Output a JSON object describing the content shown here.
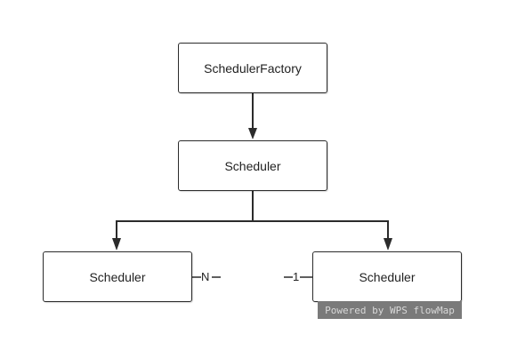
{
  "nodes": {
    "factory": {
      "label": "SchedulerFactory"
    },
    "main": {
      "label": "Scheduler"
    },
    "left": {
      "label": "Scheduler"
    },
    "right": {
      "label": "Scheduler"
    }
  },
  "relationship": {
    "left_multiplicity": "N",
    "right_multiplicity": "1"
  },
  "watermark": "Powered by WPS flowMap",
  "colors": {
    "line": "#2b2b2b",
    "watermark_bg": "#7a7a7a"
  }
}
